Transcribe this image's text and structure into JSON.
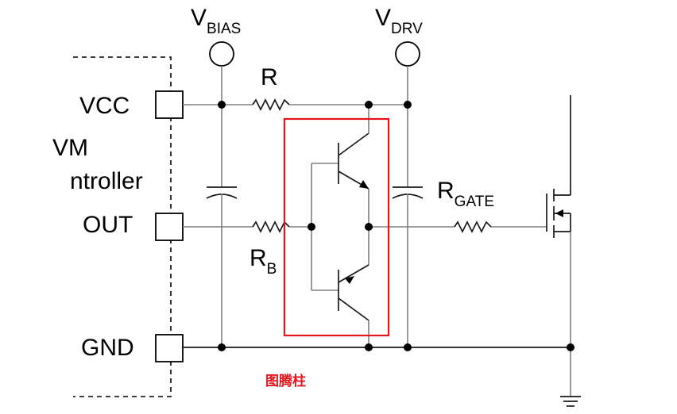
{
  "labels": {
    "vbias_main": "V",
    "vbias_sub": "BIAS",
    "vdrv_main": "V",
    "vdrv_sub": "DRV",
    "r": "R",
    "rb_main": "R",
    "rb_sub": "B",
    "rgate_main": "R",
    "rgate_sub": "GATE",
    "vcc": "VCC",
    "out": "OUT",
    "gnd": "GND",
    "controller_line1": "VM",
    "controller_line2": "ntroller"
  },
  "caption": "图腾柱",
  "colors": {
    "highlight": "#e8141b",
    "wire": "#808080",
    "text": "#000000"
  }
}
